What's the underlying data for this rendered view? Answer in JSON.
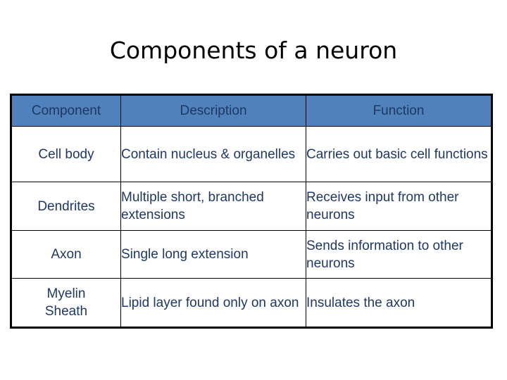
{
  "slide": {
    "title": "Components of a neuron",
    "background_color": "#FFFFFF"
  },
  "table": {
    "header_background": "#4F81BD",
    "header_text_color": "#1F3864",
    "body_text_color": "#1F3650",
    "border_color": "#000000",
    "columns": [
      "Component",
      "Description",
      "Function"
    ],
    "rows": [
      {
        "component": "Cell body",
        "description": "Contain nucleus & organelles",
        "function": "Carries out basic cell functions"
      },
      {
        "component": "Dendrites",
        "description": "Multiple short, branched extensions",
        "function": "Receives input from other neurons"
      },
      {
        "component": "Axon",
        "description": "Single long extension",
        "function": "Sends information to other neurons"
      },
      {
        "component_line1": "Myelin",
        "component_line2": "Sheath",
        "component": "Myelin Sheath",
        "description": "Lipid layer found only on axon",
        "function": "Insulates the axon"
      }
    ]
  }
}
